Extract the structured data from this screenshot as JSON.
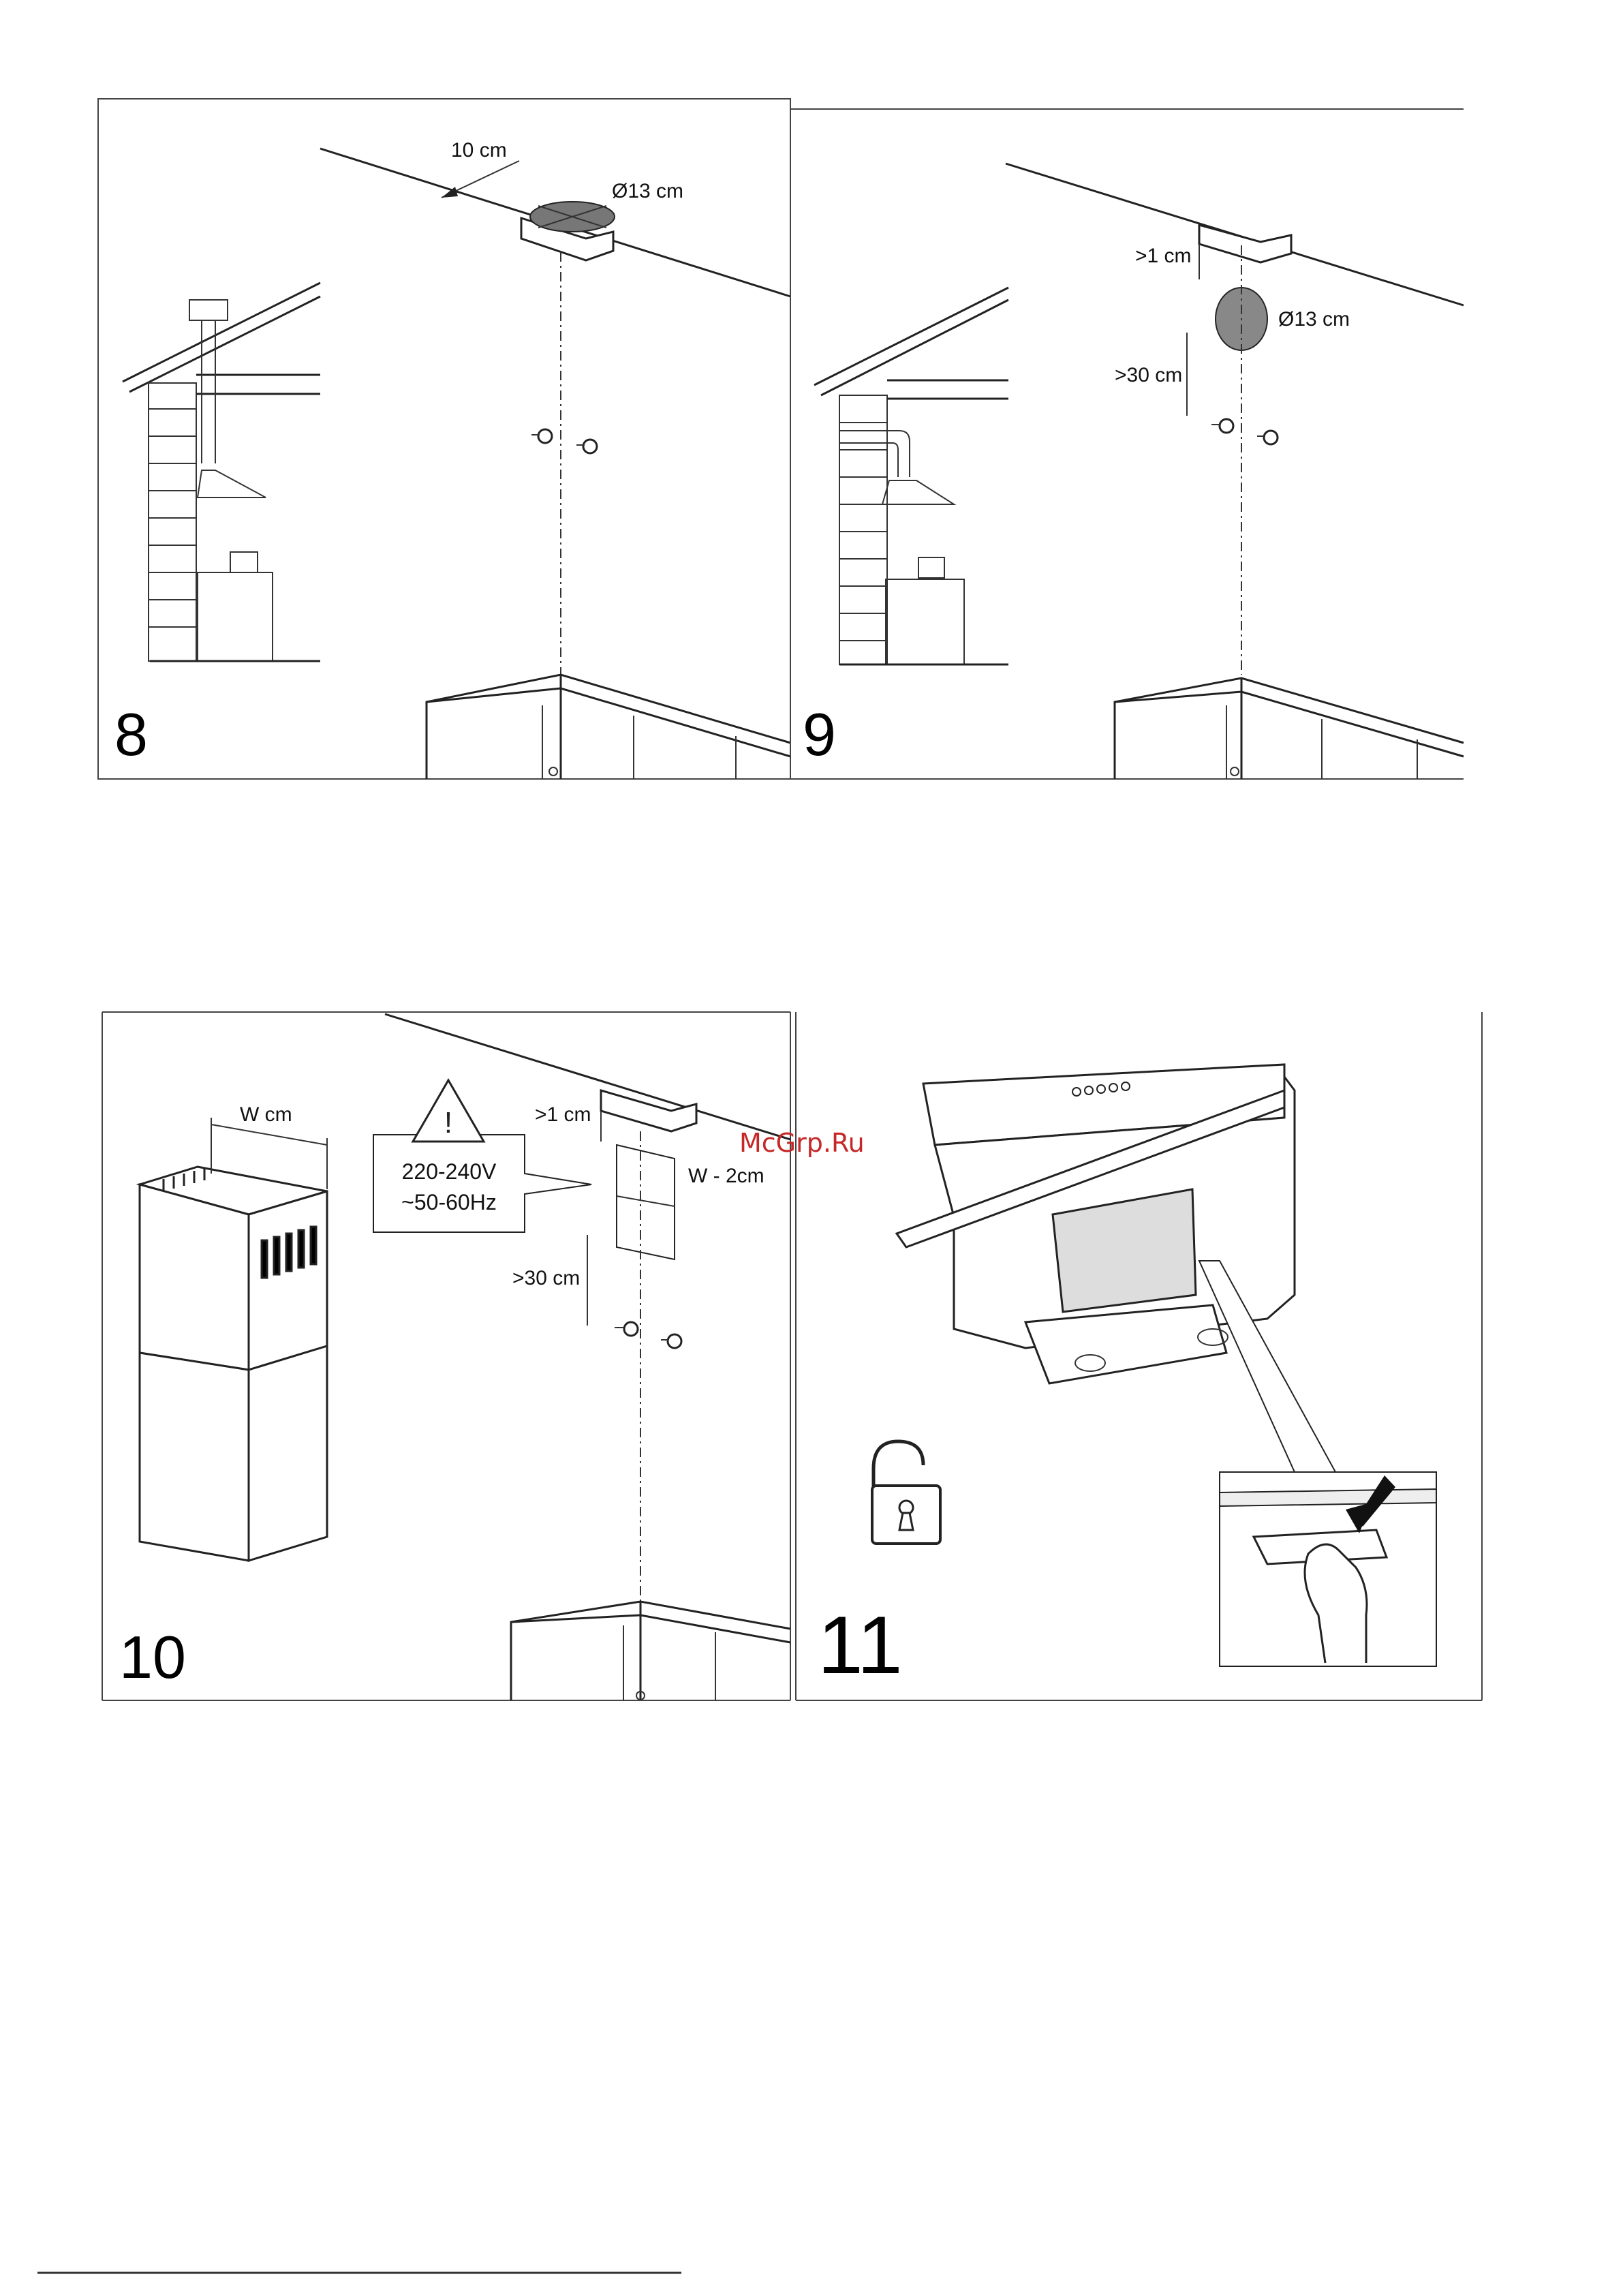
{
  "figures": [
    {
      "number": "8",
      "labels": {
        "offset": "10 cm",
        "diameter": "Ø13 cm"
      }
    },
    {
      "number": "9",
      "labels": {
        "gap_top": ">1 cm",
        "diameter": "Ø13 cm",
        "gap_bottom": ">30 cm"
      }
    },
    {
      "number": "10",
      "labels": {
        "width": "W cm",
        "gap_top": ">1 cm",
        "voltage": "220-240V",
        "frequency": "~50-60Hz",
        "reduced_width": "W - 2cm",
        "gap_bottom": ">30 cm"
      }
    },
    {
      "number": "11",
      "labels": {}
    }
  ],
  "watermark": "McGrp.Ru",
  "icons": [
    "warning-triangle-icon",
    "unlocked-padlock-icon",
    "screw-icon",
    "hand-icon",
    "arrow-icon"
  ]
}
